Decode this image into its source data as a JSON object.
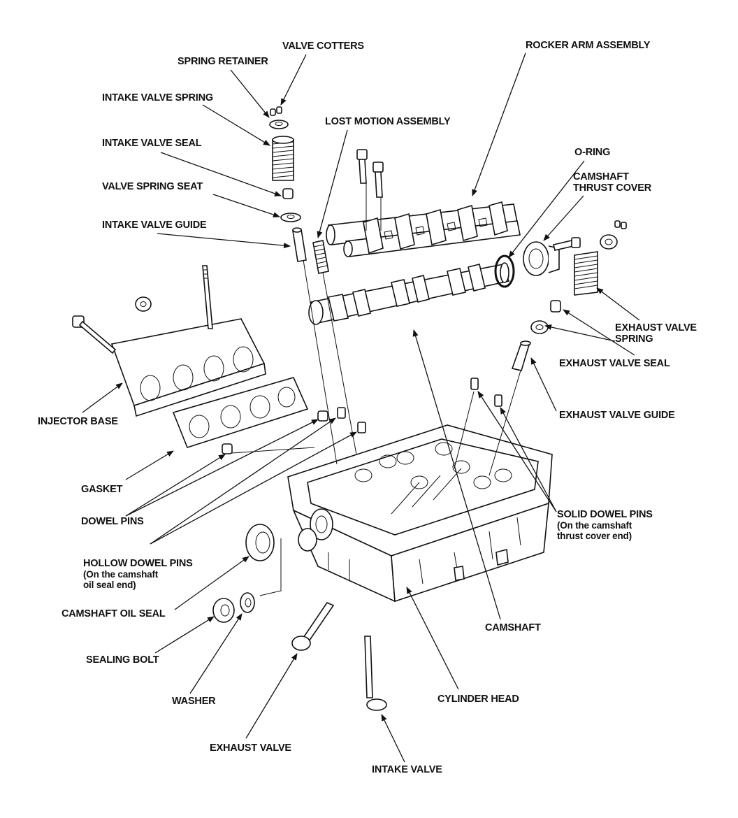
{
  "labels": {
    "valve_cotters": "VALVE COTTERS",
    "spring_retainer": "SPRING RETAINER",
    "intake_valve_spring": "INTAKE VALVE SPRING",
    "intake_valve_seal": "INTAKE VALVE SEAL",
    "valve_spring_seat": "VALVE SPRING SEAT",
    "intake_valve_guide": "INTAKE VALVE GUIDE",
    "lost_motion_assembly": "LOST MOTION ASSEMBLY",
    "rocker_arm_assembly": "ROCKER ARM ASSEMBLY",
    "o_ring": "O-RING",
    "camshaft_thrust_cover_1": "CAMSHAFT",
    "camshaft_thrust_cover_2": "THRUST COVER",
    "exhaust_valve_spring_1": "EXHAUST VALVE",
    "exhaust_valve_spring_2": "SPRING",
    "exhaust_valve_seal": "EXHAUST VALVE SEAL",
    "exhaust_valve_guide": "EXHAUST VALVE GUIDE",
    "injector_base": "INJECTOR BASE",
    "gasket": "GASKET",
    "dowel_pins": "DOWEL PINS",
    "solid_dowel_pins": "SOLID DOWEL PINS",
    "solid_dowel_pins_note_1": "(On the camshaft",
    "solid_dowel_pins_note_2": "thrust cover end)",
    "hollow_dowel_pins": "HOLLOW DOWEL PINS",
    "hollow_dowel_pins_note_1": "(On the camshaft",
    "hollow_dowel_pins_note_2": "oil seal end)",
    "camshaft_oil_seal": "CAMSHAFT OIL SEAL",
    "camshaft": "CAMSHAFT",
    "sealing_bolt": "SEALING BOLT",
    "washer": "WASHER",
    "cylinder_head": "CYLINDER HEAD",
    "exhaust_valve": "EXHAUST VALVE",
    "intake_valve": "INTAKE VALVE"
  }
}
